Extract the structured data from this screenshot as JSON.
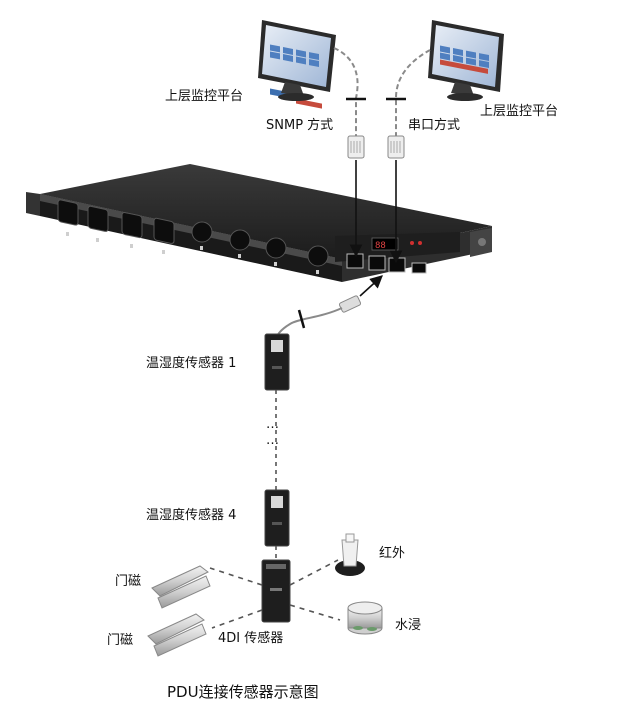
{
  "labels": {
    "platform_left": "上层监控平台",
    "platform_right": "上层监控平台",
    "snmp_mode": "SNMP 方式",
    "serial_mode": "串口方式",
    "th_sensor_1": "温湿度传感器 1",
    "ellipsis_1": "…",
    "ellipsis_2": "…",
    "th_sensor_4": "温湿度传感器 4",
    "door_1": "门磁",
    "door_2": "门磁",
    "infrared": "红外",
    "water_leak": "水浸",
    "di_sensor": "4DI 传感器",
    "caption": "PDU连接传感器示意图"
  },
  "pdu": {
    "outlet_count": 8,
    "outlet_types": [
      "C19",
      "C19",
      "C19",
      "C19",
      "C13",
      "C13",
      "C13",
      "C13"
    ]
  },
  "colors": {
    "device_body": "#1f1f1f",
    "device_face": "#2a2a2a",
    "cable": "#8a8a8a",
    "dashed_line": "#555555",
    "monitor_screen": "#5b86c4"
  }
}
